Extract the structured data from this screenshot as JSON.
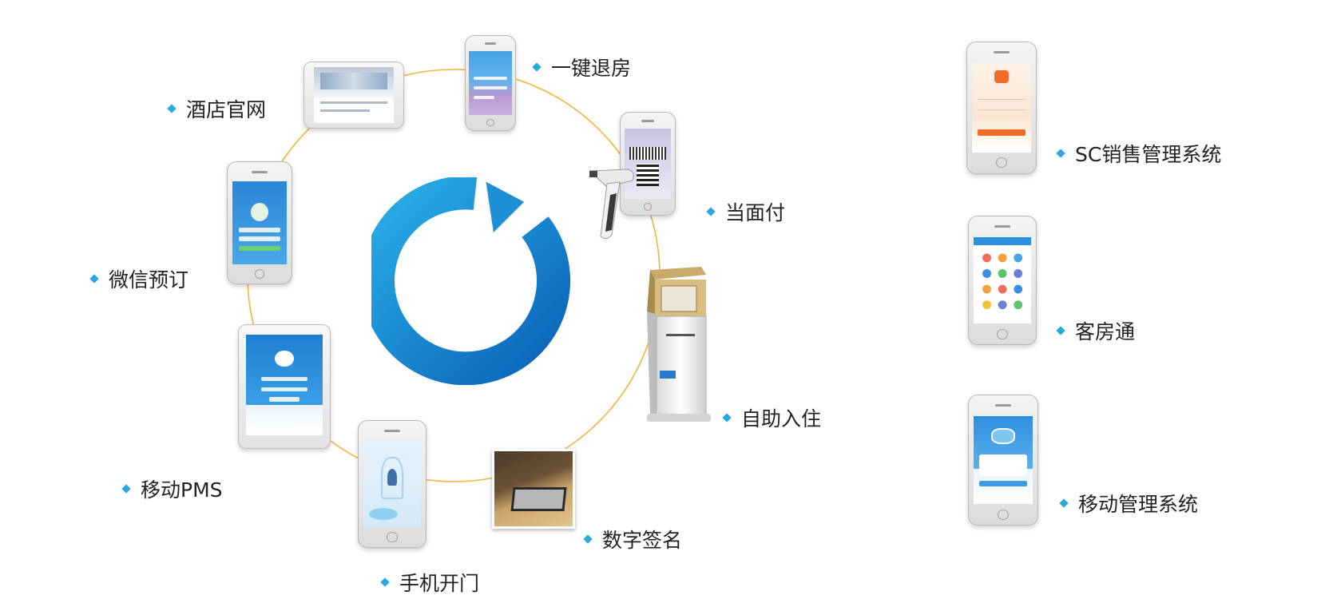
{
  "ring_labels": {
    "checkout": "一键退房",
    "website": "酒店官网",
    "pay": "当面付",
    "wechat": "微信预订",
    "selfcheckin": "自助入住",
    "pms": "移动PMS",
    "signature": "数字签名",
    "door": "手机开门"
  },
  "side_labels": {
    "sc_sales": "SC销售管理系统",
    "room": "客房通",
    "mobile_mgmt": "移动管理系统"
  },
  "colors": {
    "bullet": "#29a8e0",
    "ring": "#f2b53b",
    "arrow_light": "#2aaee8",
    "arrow_dark": "#0a63b8"
  },
  "icons": {
    "cycle": "circular-arrow-icon",
    "scanner": "barcode-scanner-icon"
  }
}
